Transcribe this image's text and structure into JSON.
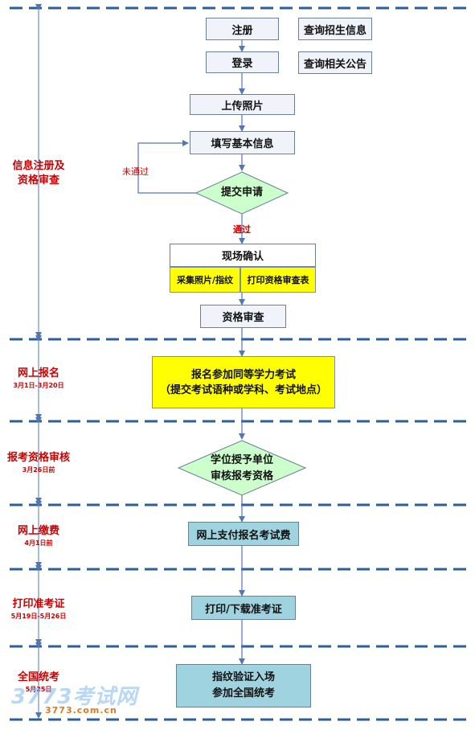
{
  "stages": [
    {
      "title": "信息注册及\n资格审查",
      "date": ""
    },
    {
      "title": "网上报名",
      "date": "3月1日-3月20日"
    },
    {
      "title": "报考资格审核",
      "date": "3月26日前"
    },
    {
      "title": "网上缴费",
      "date": "4月1日前"
    },
    {
      "title": "打印准考证",
      "date": "5月19日-5月26日"
    },
    {
      "title": "全国统考",
      "date": "5月25日"
    }
  ],
  "flow": {
    "register": "注册",
    "login": "登录",
    "query_info": "查询招生信息",
    "query_notice": "查询相关公告",
    "upload_photo": "上传照片",
    "fill_info": "填写基本信息",
    "submit_application": "提交申请",
    "not_passed": "未通过",
    "passed": "通过",
    "onsite_confirm": "现场确认",
    "collect_photo": "采集照片/指纹",
    "print_review_form": "打印资格审查表",
    "qualification_review": "资格审查",
    "signup_exam_line1": "报名参加同等学力考试",
    "signup_exam_line2": "（提交考试语种或学科、考试地点）",
    "degree_review_line1": "学位授予单位",
    "degree_review_line2": "审核报考资格",
    "online_payment": "网上支付报名考试费",
    "print_ticket": "打印/下载准考证",
    "fingerprint_entry_line1": "指纹验证入场",
    "fingerprint_entry_line2": "参加全国统考"
  },
  "watermark": {
    "logo": "3773考试网",
    "url": "3773.com.cn"
  },
  "colors": {
    "stage_text": "#cc0000",
    "dashed_line": "#2e5d9e",
    "yellow": "#ffff00",
    "green": "#ccffcc",
    "light_blue": "#9fd3e0"
  }
}
